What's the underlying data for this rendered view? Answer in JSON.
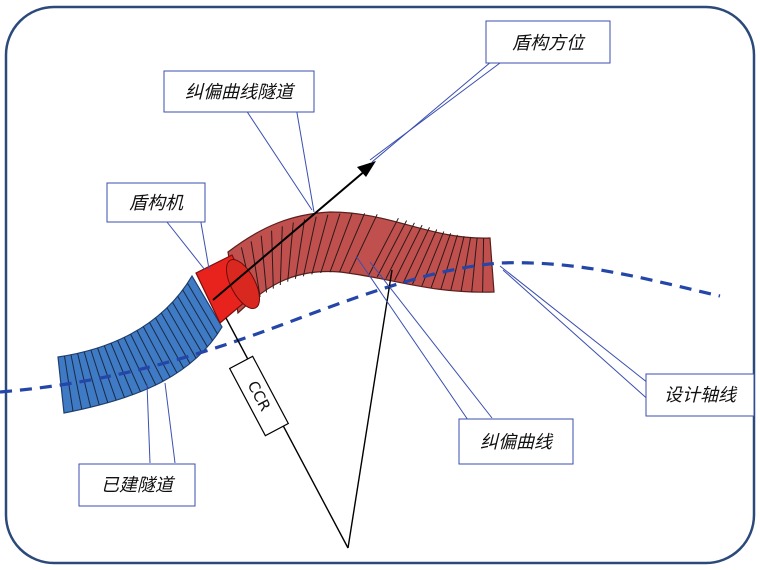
{
  "labels": {
    "shield_heading": "盾构方位",
    "correction_tunnel": "纠偏曲线隧道",
    "shield_machine": "盾构机",
    "built_tunnel": "已建隧道",
    "design_axis": "设计轴线",
    "correction_curve": "纠偏曲线",
    "ccr": "CCR"
  },
  "colors": {
    "frame": "#2b4a7a",
    "built_tunnel": "#3f7ac4",
    "correction_tunnel": "#c0504d",
    "shield": "#e8221c",
    "design_axis": "#2446a8",
    "callout": "#3a4fb0",
    "ring_line": "#2a1a1a"
  },
  "icons": {
    "heading_arrow": "arrow-icon"
  }
}
